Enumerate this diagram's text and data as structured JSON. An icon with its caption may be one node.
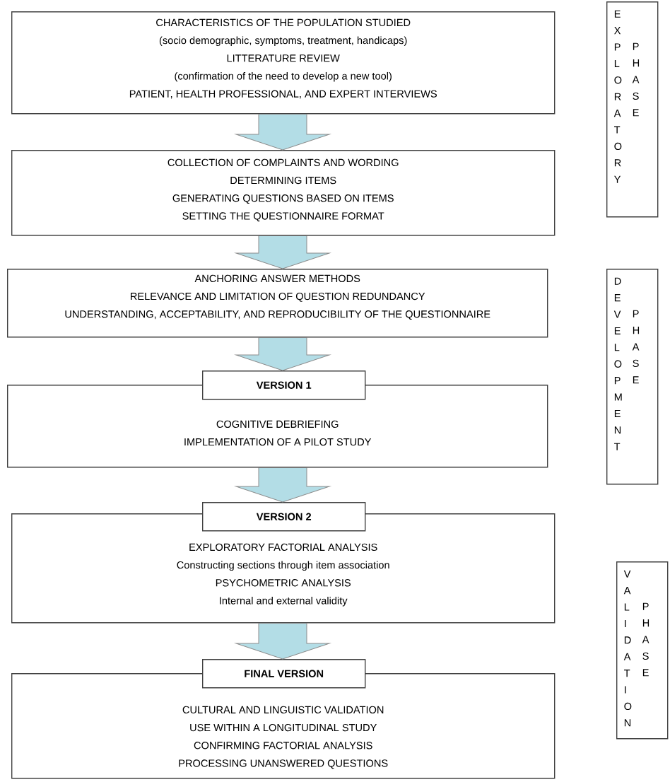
{
  "diagram": {
    "nodes": [
      {
        "text": [
          "CHARACTERISTICS OF THE POPULATION STUDIED",
          "(socio demographic, symptoms, treatment, handicaps)",
          "LITTERATURE REVIEW",
          "(confirmation of the need to develop a new tool)",
          "PATIENT, HEALTH PROFESSIONAL, AND EXPERT INTERVIEWS"
        ]
      },
      {
        "text": [
          "COLLECTION OF COMPLAINTS AND WORDING",
          "DETERMINING ITEMS",
          "GENERATING QUESTIONS BASED ON ITEMS",
          "SETTING THE QUESTIONNAIRE FORMAT"
        ]
      },
      {
        "text": [
          "ANCHORING ANSWER METHODS",
          "RELEVANCE AND LIMITATION OF QUESTION REDUNDANCY",
          "UNDERSTANDING, ACCEPTABILITY, AND REPRODUCIBILITY OF THE QUESTIONNAIRE"
        ]
      },
      {
        "text": [
          "VERSION 1"
        ]
      },
      {
        "text": [
          "COGNITIVE DEBRIEFING",
          "IMPLEMENTATION OF A PILOT STUDY"
        ]
      },
      {
        "text": [
          "VERSION 2"
        ]
      },
      {
        "text": [
          "EXPLORATORY FACTORIAL ANALYSIS",
          "Constructing sections through item association",
          "PSYCHOMETRIC ANALYSIS",
          "Internal and external validity"
        ]
      },
      {
        "text": [
          "FINAL VERSION"
        ]
      },
      {
        "text": [
          "CULTURAL AND LINGUISTIC VALIDATION",
          "USE WITHIN A LONGITUDINAL STUDY",
          "CONFIRMING FACTORIAL ANALYSIS",
          "PROCESSING UNANSWERED QUESTIONS"
        ]
      },
      {
        "text": [
          "EXPLORATORY",
          "PHASE"
        ]
      },
      {
        "text": [
          "DEVELOPMENT",
          "PHASE"
        ]
      },
      {
        "text": [
          "VALIDATION",
          "PHASE"
        ]
      }
    ],
    "edges": [
      {
        "from": 0,
        "to": 1,
        "arrow": "to"
      },
      {
        "from": 1,
        "to": 2,
        "arrow": "to"
      },
      {
        "from": 2,
        "to": 3,
        "arrow": "to"
      },
      {
        "from": 4,
        "to": 5,
        "arrow": "to"
      },
      {
        "from": 6,
        "to": 7,
        "arrow": "to"
      }
    ]
  }
}
